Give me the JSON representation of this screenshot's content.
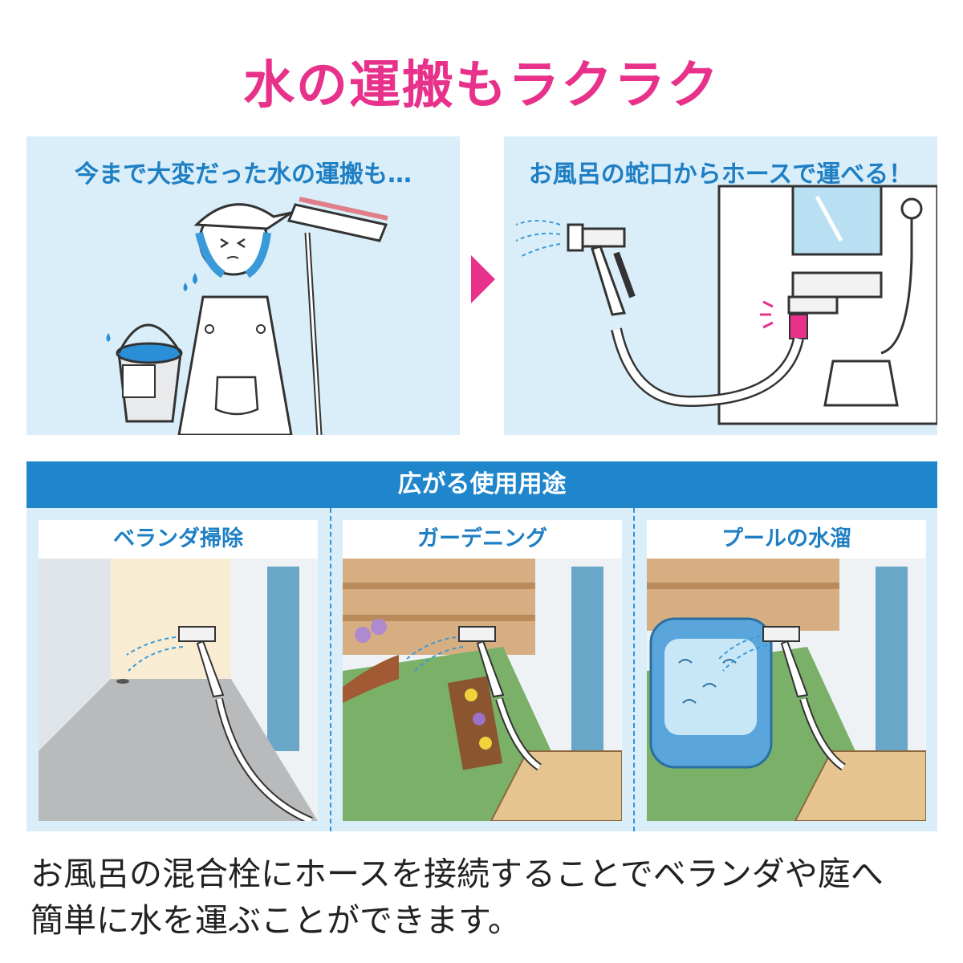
{
  "title": "水の運搬もラクラク",
  "panels": {
    "left_caption": "今まで大変だった水の運搬も…",
    "right_caption": "お風呂の蛇口からホースで運べる！"
  },
  "usage": {
    "header": "広がる使用用途",
    "scenes": [
      {
        "title": "ベランダ掃除"
      },
      {
        "title": "ガーデニング"
      },
      {
        "title": "プールの水溜"
      }
    ]
  },
  "description": {
    "line1": "お風呂の混合栓にホースを接続することでベランダや庭へ",
    "line2": "簡単に水を運ぶことができます。"
  },
  "colors": {
    "accent_pink": "#e8318a",
    "brand_blue": "#1f86cc",
    "panel_bg": "#d9eef8"
  },
  "icons": [
    "next-arrow-icon",
    "hose-nozzle-icon",
    "bucket-icon",
    "mop-icon"
  ]
}
